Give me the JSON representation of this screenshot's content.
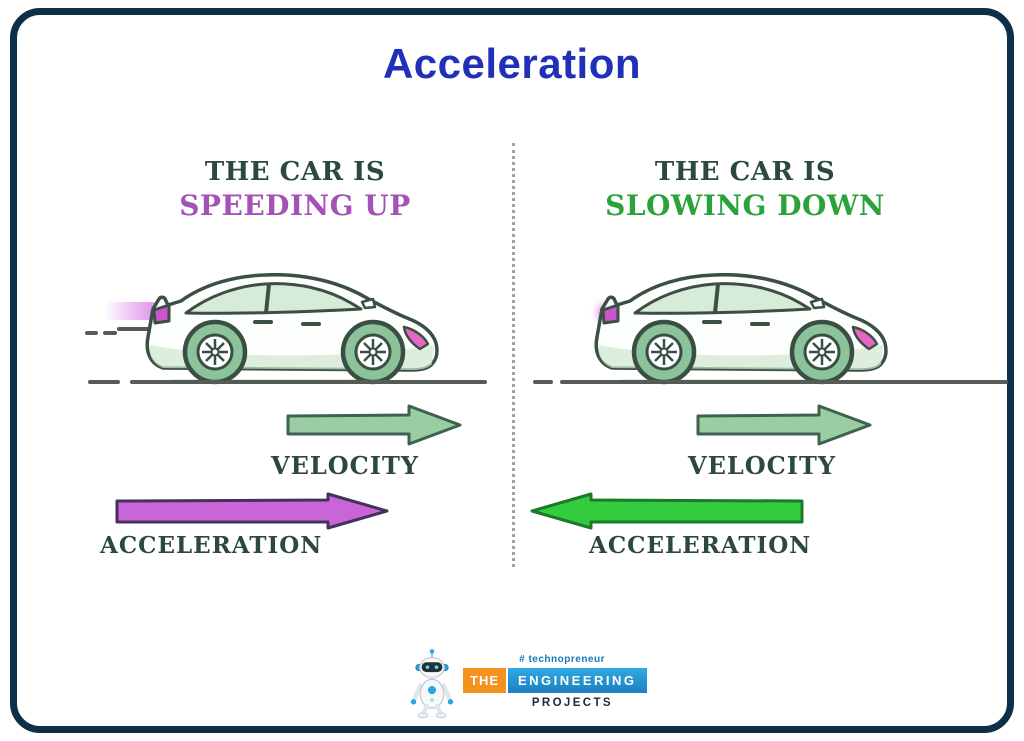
{
  "title": {
    "text": "Acceleration",
    "color": "#2130b8"
  },
  "panels": {
    "left": {
      "heading_line1": "THE CAR IS",
      "heading_line2": "SPEEDING UP",
      "heading_line2_color": "#a452b5",
      "velocity_label": "VELOCITY",
      "acceleration_label": "ACCELERATION",
      "acceleration_direction": "right",
      "car_icon": "car-side-view-icon"
    },
    "right": {
      "heading_line1": "THE CAR IS",
      "heading_line2": "SLOWING DOWN",
      "heading_line2_color": "#2ba33a",
      "velocity_label": "VELOCITY",
      "acceleration_label": "ACCELERATION",
      "acceleration_direction": "left",
      "car_icon": "car-side-view-icon"
    }
  },
  "colors": {
    "frame_border": "#0e2f45",
    "velocity_arrow": "#9bcda3",
    "velocity_arrow_stroke": "#3f6150",
    "acceleration_purple": "#c965d9",
    "acceleration_purple_stroke": "#43325a",
    "acceleration_green": "#33cc3e",
    "acceleration_green_stroke": "#1c7a28",
    "heading_dark": "#2c4a3b",
    "car_body_outline": "#3c4f45",
    "wheel_green": "#8cc39a",
    "taillight_pink": "#cc55cc"
  },
  "logo": {
    "tagline": "# technopreneur",
    "word_the": "THE",
    "word_engineering": "ENGINEERING",
    "word_projects": "PROJECTS",
    "mascot": "robot-mascot-icon"
  }
}
